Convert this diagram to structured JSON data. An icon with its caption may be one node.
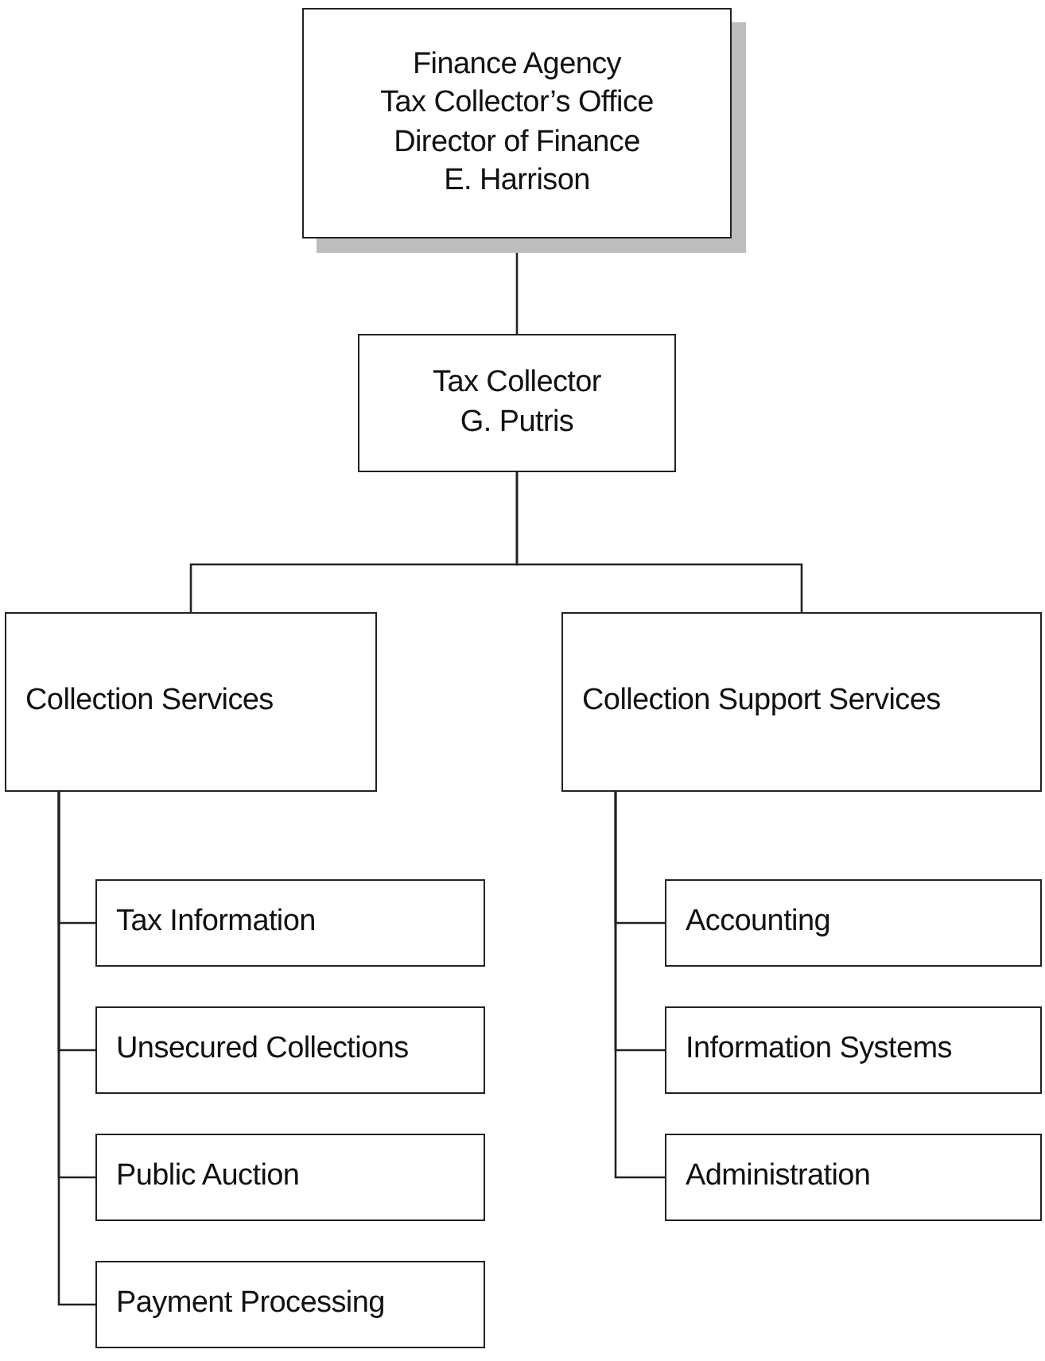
{
  "diagram": {
    "nodes": [
      {
        "text": [
          "Finance Agency",
          "Tax Collector’s Office",
          "Director of Finance",
          "E. Harrison"
        ]
      },
      {
        "text": [
          "Tax Collector",
          "G. Putris"
        ]
      },
      {
        "text": [
          "Collection Services"
        ]
      },
      {
        "text": [
          "Collection Support Services"
        ]
      },
      {
        "text": [
          "Tax Information"
        ]
      },
      {
        "text": [
          "Unsecured Collections"
        ]
      },
      {
        "text": [
          "Public Auction"
        ]
      },
      {
        "text": [
          "Payment Processing"
        ]
      },
      {
        "text": [
          "Accounting"
        ]
      },
      {
        "text": [
          "Information Systems"
        ]
      },
      {
        "text": [
          "Administration"
        ]
      }
    ],
    "edges": [
      {
        "from": 0,
        "to": 1,
        "arrow": "none"
      },
      {
        "from": 1,
        "to": 2,
        "arrow": "none"
      },
      {
        "from": 1,
        "to": 3,
        "arrow": "none"
      },
      {
        "from": 2,
        "to": 4,
        "arrow": "none"
      },
      {
        "from": 2,
        "to": 5,
        "arrow": "none"
      },
      {
        "from": 2,
        "to": 6,
        "arrow": "none"
      },
      {
        "from": 2,
        "to": 7,
        "arrow": "none"
      },
      {
        "from": 3,
        "to": 8,
        "arrow": "none"
      },
      {
        "from": 3,
        "to": 9,
        "arrow": "none"
      },
      {
        "from": 3,
        "to": 10,
        "arrow": "none"
      }
    ]
  }
}
